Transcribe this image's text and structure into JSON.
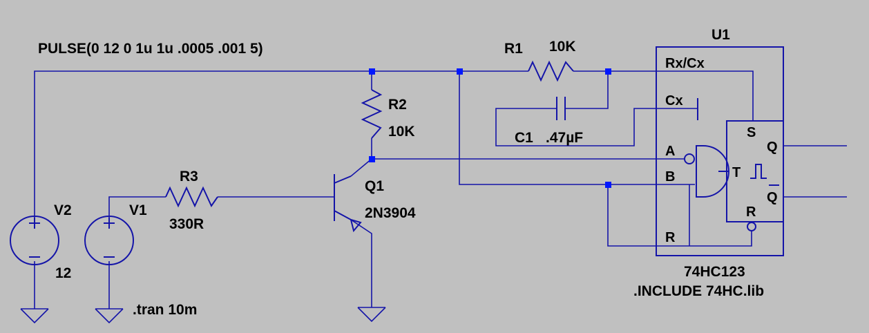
{
  "colors": {
    "background": "#c0c0c0",
    "wire": "#1414a8",
    "junction": "#0018ff",
    "text": "#000000"
  },
  "directives": {
    "pulse": "PULSE(0 12 0 1u 1u .0005 .001 5)",
    "tran": ".tran 10m",
    "include": ".INCLUDE 74HC.lib"
  },
  "components": {
    "v2": {
      "name": "V2",
      "value": "12"
    },
    "v1": {
      "name": "V1"
    },
    "r3": {
      "name": "R3",
      "value": "330R"
    },
    "r2": {
      "name": "R2",
      "value": "10K"
    },
    "r1": {
      "name": "R1",
      "value": "10K"
    },
    "c1": {
      "name": "C1",
      "value": ".47µF"
    },
    "q1": {
      "name": "Q1",
      "model": "2N3904"
    },
    "u1": {
      "name": "U1",
      "model": "74HC123",
      "pins": {
        "rxcx": "Rx/Cx",
        "cx": "Cx",
        "a": "A",
        "b": "B",
        "r_in": "R",
        "s": "S",
        "t": "T",
        "r_ff": "R",
        "q": "Q",
        "qbar": "Q"
      }
    }
  }
}
